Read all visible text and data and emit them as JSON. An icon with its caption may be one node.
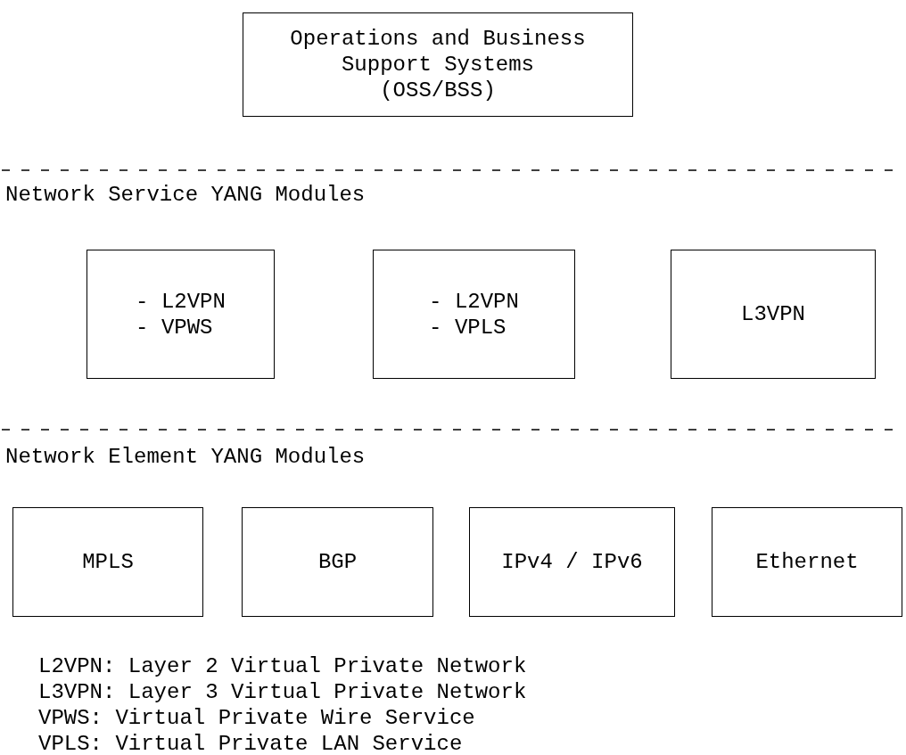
{
  "diagram": {
    "nodes": [
      {
        "text": [
          "Operations and Business Support Systems (OSS/BSS)"
        ]
      },
      {
        "text": [
          "- L2VPN",
          "- VPWS"
        ]
      },
      {
        "text": [
          "- L2VPN",
          "- VPLS"
        ]
      },
      {
        "text": [
          "L3VPN"
        ]
      },
      {
        "text": [
          "MPLS"
        ]
      },
      {
        "text": [
          "BGP"
        ]
      },
      {
        "text": [
          "IPv4 / IPv6"
        ]
      },
      {
        "text": [
          "Ethernet"
        ]
      }
    ],
    "labels": [
      "Network Service YANG Modules",
      "Network Element YANG Modules",
      "L2VPN: Layer 2 Virtual Private Network",
      "L3VPN: Layer 3 Virtual Private Network",
      "VPWS: Virtual Private Wire Service",
      "VPLS: Virtual Private LAN Service"
    ]
  }
}
